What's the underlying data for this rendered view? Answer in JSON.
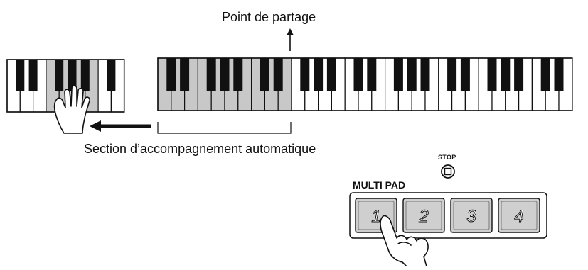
{
  "labels": {
    "split_point": "Point de partage",
    "accompaniment_section": "Section d’accompagnement automatique",
    "multi_pad": "MULTI PAD",
    "stop": "STOP"
  },
  "pads": [
    {
      "label": "1",
      "pressed": true
    },
    {
      "label": "2",
      "pressed": false
    },
    {
      "label": "3",
      "pressed": false
    },
    {
      "label": "4",
      "pressed": false
    }
  ],
  "colors": {
    "accompaniment_keys": "#c8c8c8",
    "pad_face": "#cfcfcf",
    "outline": "#111111"
  }
}
